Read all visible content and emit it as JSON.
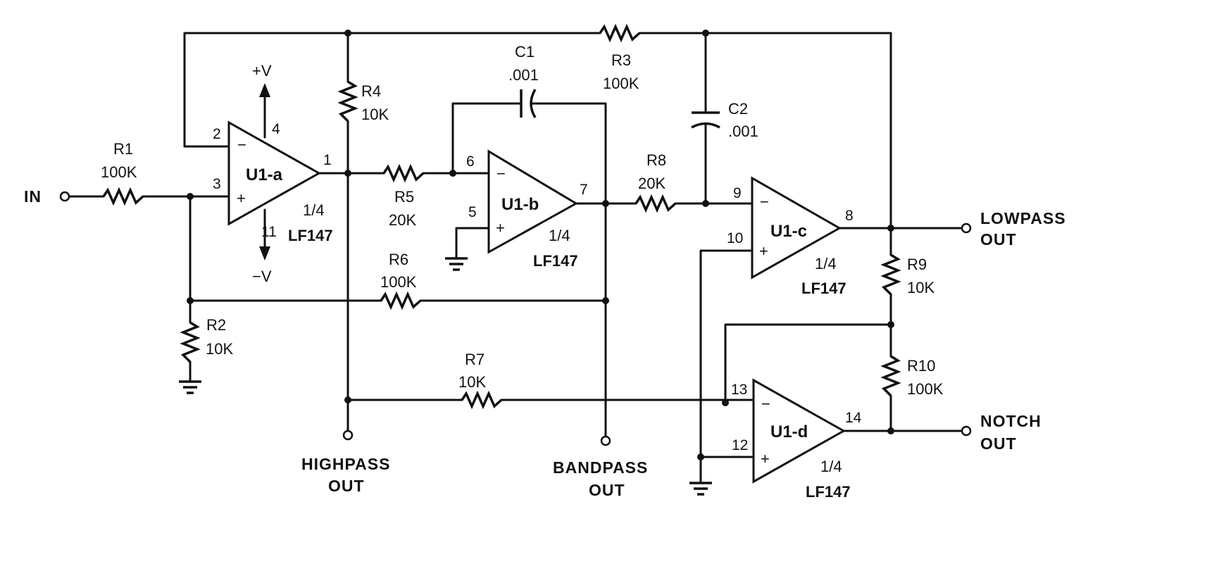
{
  "opamps": [
    {
      "id": "U1-a",
      "fraction": "1/4",
      "part": "LF147"
    },
    {
      "id": "U1-b",
      "fraction": "1/4",
      "part": "LF147"
    },
    {
      "id": "U1-c",
      "fraction": "1/4",
      "part": "LF147"
    },
    {
      "id": "U1-d",
      "fraction": "1/4",
      "part": "LF147"
    }
  ],
  "resistors": [
    {
      "ref": "R1",
      "value": "100K"
    },
    {
      "ref": "R2",
      "value": "10K"
    },
    {
      "ref": "R3",
      "value": "100K"
    },
    {
      "ref": "R4",
      "value": "10K"
    },
    {
      "ref": "R5",
      "value": "20K"
    },
    {
      "ref": "R6",
      "value": "100K"
    },
    {
      "ref": "R7",
      "value": "10K"
    },
    {
      "ref": "R8",
      "value": "20K"
    },
    {
      "ref": "R9",
      "value": "10K"
    },
    {
      "ref": "R10",
      "value": "100K"
    }
  ],
  "capacitors": [
    {
      "ref": "C1",
      "value": ".001"
    },
    {
      "ref": "C2",
      "value": ".001"
    }
  ],
  "pins": {
    "a_inv": "2",
    "a_noninv": "3",
    "a_out": "1",
    "a_vpos": "4",
    "a_vneg": "11",
    "b_inv": "6",
    "b_noninv": "5",
    "b_out": "7",
    "c_inv": "9",
    "c_noninv": "10",
    "c_out": "8",
    "d_inv": "13",
    "d_noninv": "12",
    "d_out": "14"
  },
  "signs": {
    "minus": "−",
    "plus": "+"
  },
  "supply": {
    "pos": "+V",
    "neg": "−V"
  },
  "ports": {
    "input": "IN",
    "highpass": [
      "HIGHPASS",
      "OUT"
    ],
    "bandpass": [
      "BANDPASS",
      "OUT"
    ],
    "lowpass": [
      "LOWPASS",
      "OUT"
    ],
    "notch": [
      "NOTCH",
      "OUT"
    ]
  }
}
